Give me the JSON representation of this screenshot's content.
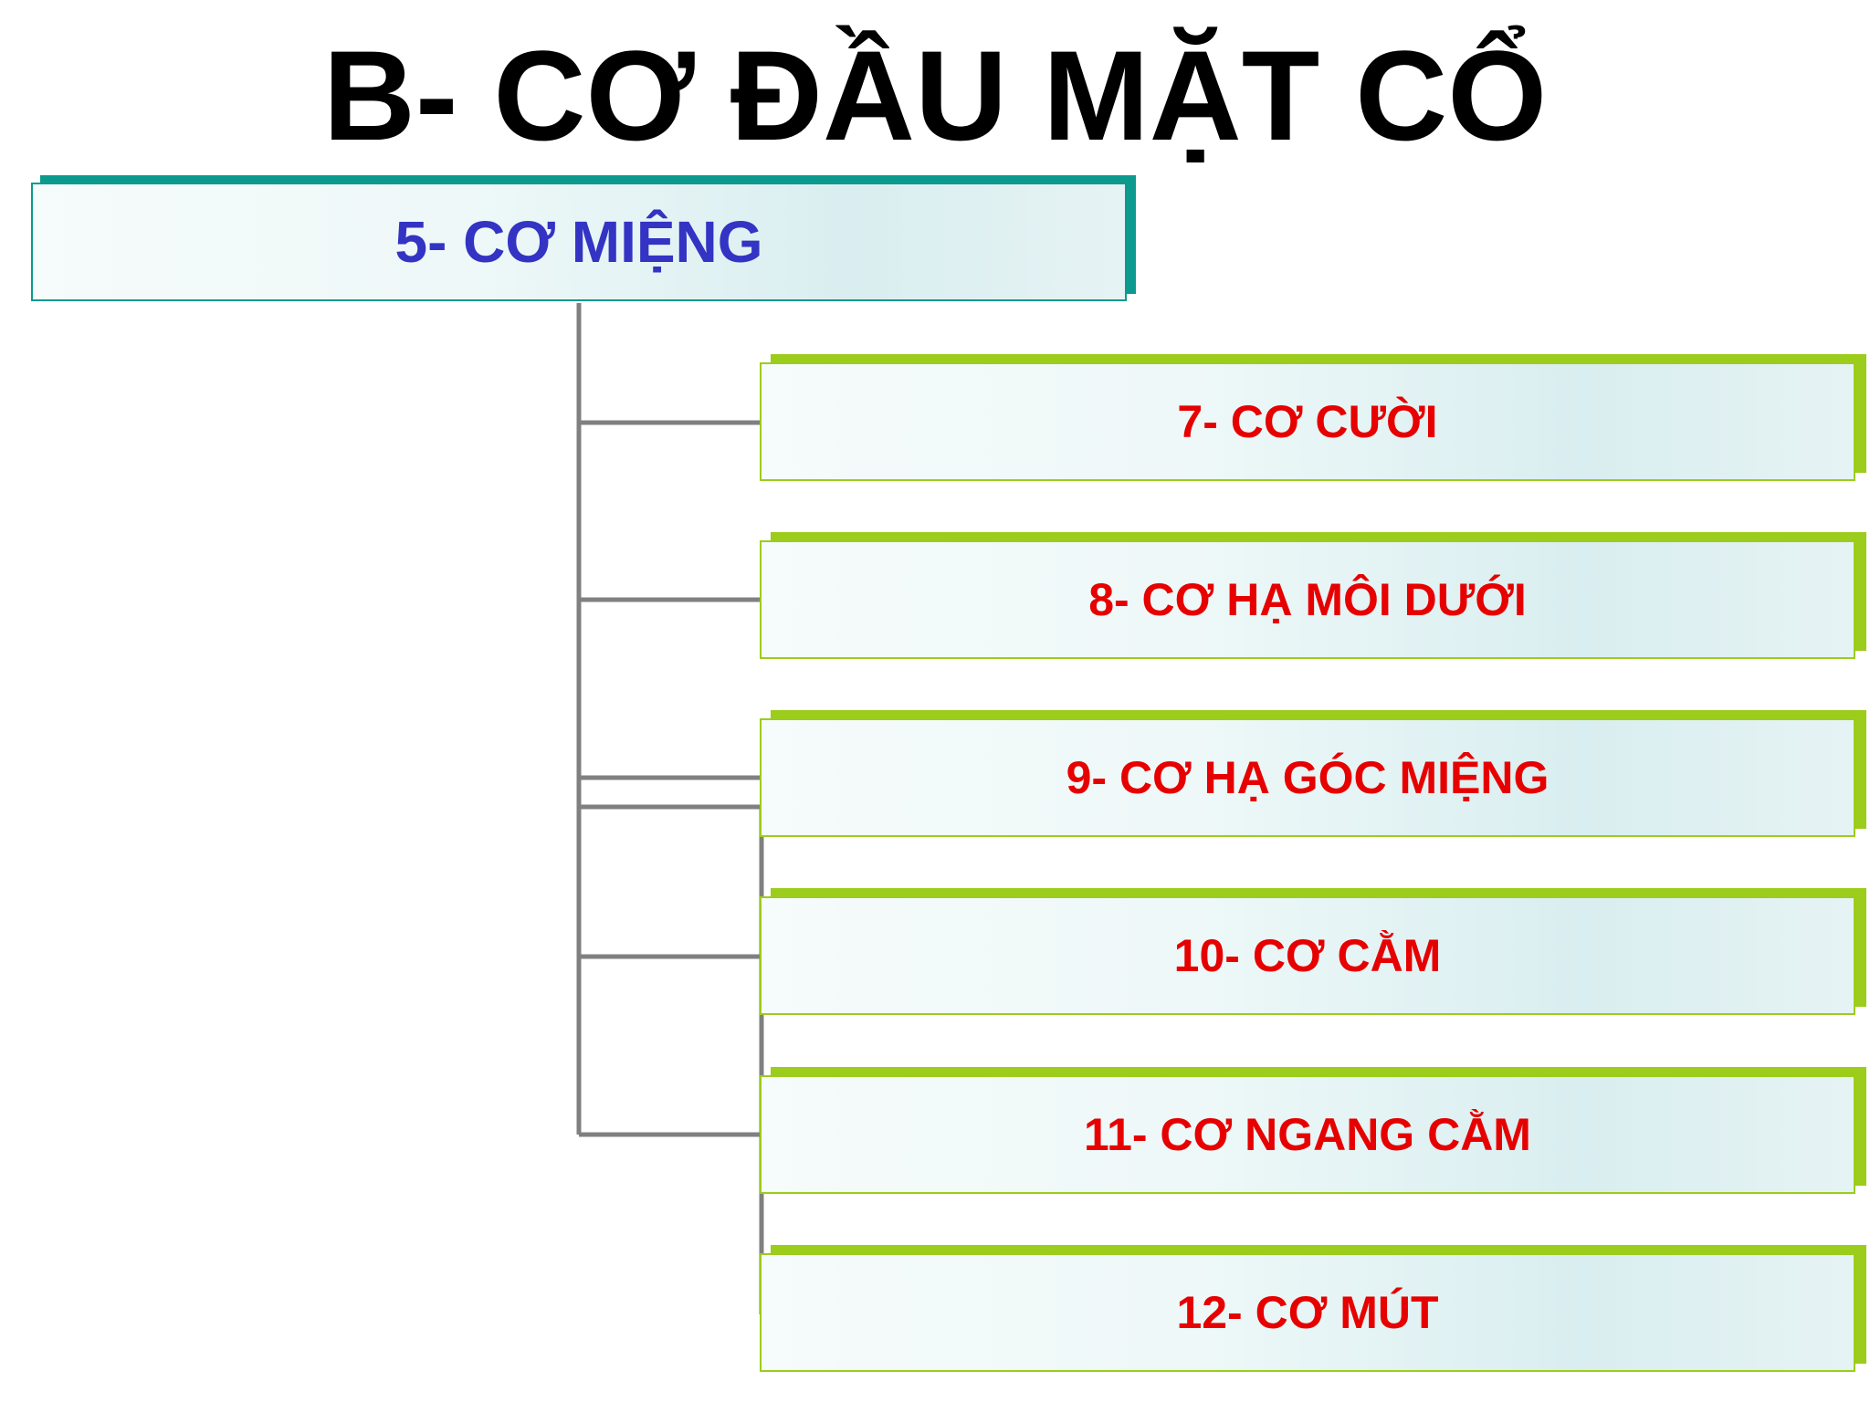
{
  "title": "B- CƠ ĐẦU MẶT CỔ",
  "root": {
    "label": "5- CƠ MIỆNG",
    "text_color": "#3333c4",
    "border_color": "#0c9a8e"
  },
  "children": [
    {
      "label": "7- CƠ CƯỜI"
    },
    {
      "label": "8- CƠ HẠ MÔI DƯỚI"
    },
    {
      "label": "9- CƠ HẠ GÓC MIỆNG"
    },
    {
      "label": "10- CƠ CẰM"
    },
    {
      "label": "11- CƠ NGANG CẰM"
    },
    {
      "label": "12- CƠ MÚT"
    }
  ],
  "colors": {
    "child_text": "#e60000",
    "child_border": "#9ccc1c",
    "connector": "#808080"
  }
}
